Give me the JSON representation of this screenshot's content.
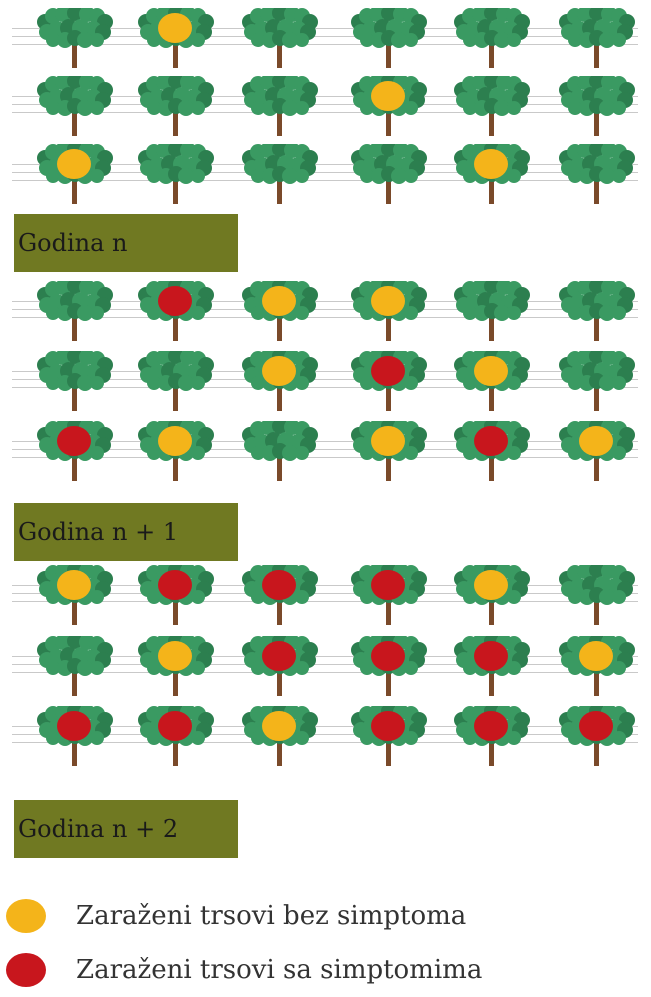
{
  "colors": {
    "healthy": "#3a9a62",
    "healthy_dark": "#2c7f4f",
    "trunk": "#7a4a2a",
    "asymptomatic": "#f4b41a",
    "symptomatic": "#c8161d",
    "label_bg": "#707922"
  },
  "panels": [
    {
      "label": "Godina n",
      "rows": [
        [
          "healthy",
          "asymptomatic",
          "healthy",
          "healthy",
          "healthy",
          "healthy"
        ],
        [
          "healthy",
          "healthy",
          "healthy",
          "asymptomatic",
          "healthy",
          "healthy"
        ],
        [
          "asymptomatic",
          "healthy",
          "healthy",
          "healthy",
          "asymptomatic",
          "healthy"
        ]
      ]
    },
    {
      "label": "Godina n + 1",
      "rows": [
        [
          "healthy",
          "symptomatic",
          "asymptomatic",
          "asymptomatic",
          "healthy",
          "healthy"
        ],
        [
          "healthy",
          "healthy",
          "asymptomatic",
          "symptomatic",
          "asymptomatic",
          "healthy"
        ],
        [
          "symptomatic",
          "asymptomatic",
          "healthy",
          "asymptomatic",
          "symptomatic",
          "asymptomatic"
        ]
      ]
    },
    {
      "label": "Godina n + 2",
      "rows": [
        [
          "asymptomatic",
          "symptomatic",
          "symptomatic",
          "symptomatic",
          "asymptomatic",
          "healthy"
        ],
        [
          "healthy",
          "asymptomatic",
          "symptomatic",
          "symptomatic",
          "symptomatic",
          "asymptomatic"
        ],
        [
          "symptomatic",
          "symptomatic",
          "asymptomatic",
          "symptomatic",
          "symptomatic",
          "symptomatic"
        ]
      ]
    }
  ],
  "legend": [
    {
      "status": "asymptomatic",
      "label": "Zaraženi trsovi bez simptoma"
    },
    {
      "status": "symptomatic",
      "label": "Zaraženi trsovi sa simptomima"
    }
  ]
}
